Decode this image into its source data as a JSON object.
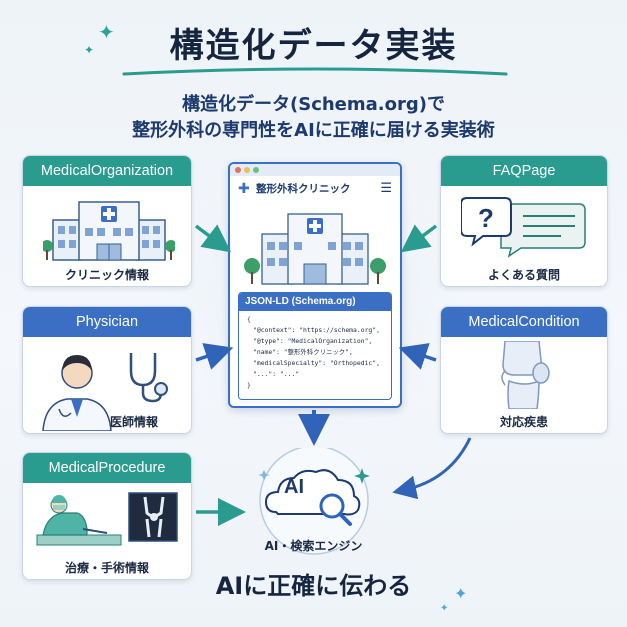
{
  "title": "構造化データ実装",
  "subtitle_line1": "構造化データ(Schema.org)で",
  "subtitle_line2": "整形外科の専門性をAIに正確に届ける実装術",
  "cards": {
    "medical_organization": {
      "header": "MedicalOrganization",
      "caption": "クリニック情報"
    },
    "physician": {
      "header": "Physician",
      "caption": "医師情報"
    },
    "medical_procedure": {
      "header": "MedicalProcedure",
      "caption": "治療・手術情報"
    },
    "faq_page": {
      "header": "FAQPage",
      "caption": "よくある質問"
    },
    "medical_condition": {
      "header": "MedicalCondition",
      "caption": "対応疾患"
    }
  },
  "browser": {
    "site_name": "整形外科クリニック",
    "json_header": "JSON-LD (Schema.org)",
    "json_lines": [
      "{",
      "\"@context\": \"https://schema.org\",",
      "\"@type\": \"MedicalOrganization\",",
      "\"name\": \"整形外科クリニック\",",
      "\"medicalSpecialty\": \"Orthopedic\",",
      "\"...\": \"...\"",
      "}"
    ]
  },
  "ai": {
    "badge": "AI",
    "label": "AI・検索エンジン"
  },
  "bottom_title": "AIに正確に伝わる",
  "colors": {
    "teal": "#2a9b8f",
    "blue": "#3a6fc4",
    "navy": "#15243f",
    "arrow_blue": "#2f64b8"
  },
  "icons": {
    "medical_organization": "hospital-building-icon",
    "physician": "doctor-icon",
    "medical_procedure": "surgery-xray-icon",
    "faq_page": "question-bubble-icon",
    "medical_condition": "knee-joint-icon",
    "ai": "ai-cloud-search-icon"
  }
}
